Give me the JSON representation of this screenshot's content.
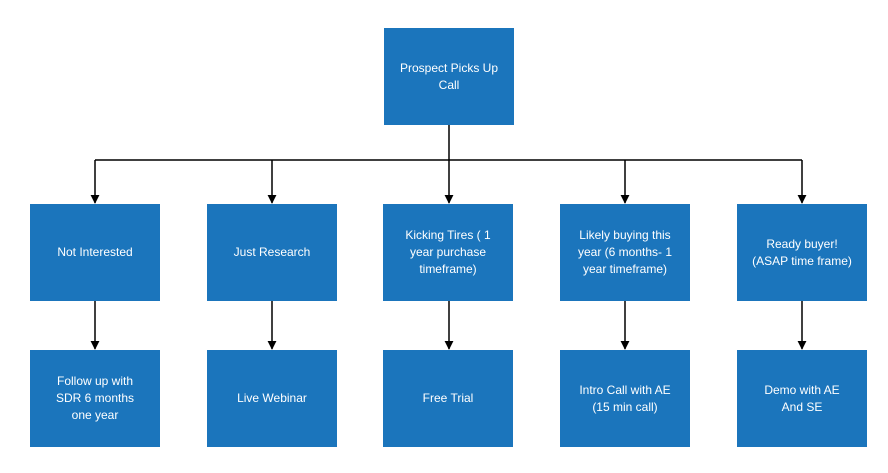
{
  "root": {
    "label": "Prospect Picks Up\nCall"
  },
  "branches": [
    {
      "stage": "Not Interested",
      "action": "Follow up with\nSDR 6 months\none year"
    },
    {
      "stage": "Just Research",
      "action": "Live Webinar"
    },
    {
      "stage": "Kicking Tires ( 1\nyear purchase\ntimeframe)",
      "action": "Free Trial"
    },
    {
      "stage": "Likely buying this\nyear (6 months- 1\nyear timeframe)",
      "action": "Intro Call with AE\n(15 min call)"
    },
    {
      "stage": "Ready buyer!\n(ASAP time frame)",
      "action": "Demo with AE\nAnd SE"
    }
  ],
  "colors": {
    "node_fill": "#1b75bc",
    "node_text": "#ffffff",
    "connector": "#000000"
  }
}
